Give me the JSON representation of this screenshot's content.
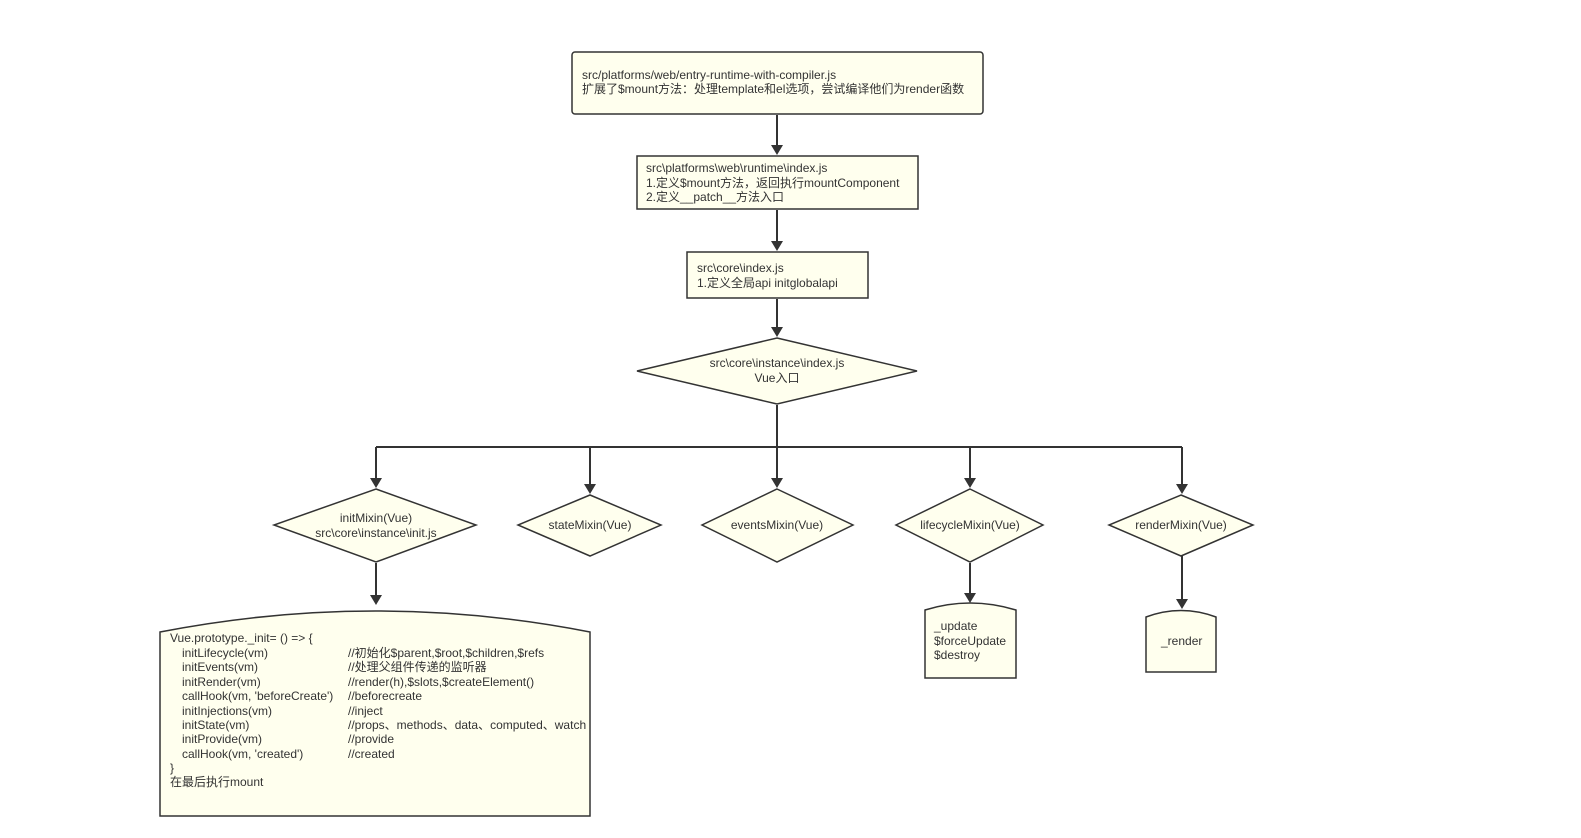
{
  "nodes": {
    "entry": {
      "lines": [
        "src/platforms/web/entry-runtime-with-compiler.js",
        "扩展了$mount方法：处理template和el选项，尝试编译他们为render函数"
      ]
    },
    "runtime_index": {
      "lines": [
        "src\\platforms\\web\\runtime\\index.js",
        "1.定义$mount方法，返回执行mountComponent",
        "2.定义__patch__方法入口"
      ]
    },
    "core_index": {
      "lines": [
        "src\\core\\index.js",
        "1.定义全局api initglobalapi"
      ]
    },
    "instance_index": {
      "lines": [
        "src\\core\\instance\\index.js",
        "Vue入口"
      ]
    },
    "init_mixin": {
      "lines": [
        "initMixin(Vue)",
        "src\\core\\instance\\init.js"
      ]
    },
    "state_mixin": {
      "label": "stateMixin(Vue)"
    },
    "events_mixin": {
      "label": "eventsMixin(Vue)"
    },
    "lifecycle_mixin": {
      "label": "lifecycleMixin(Vue)"
    },
    "render_mixin": {
      "label": "renderMixin(Vue)"
    },
    "init_code": {
      "header": "Vue.prototype._init=  ()  =>  {",
      "rows": [
        {
          "code": "initLifecycle(vm)",
          "comment": "//初始化$parent,$root,$children,$refs"
        },
        {
          "code": "initEvents(vm)",
          "comment": "//处理父组件传递的监听器"
        },
        {
          "code": "initRender(vm)",
          "comment": "//render(h),$slots,$createElement()"
        },
        {
          "code": "callHook(vm, 'beforeCreate')",
          "comment": "//beforecreate"
        },
        {
          "code": "initInjections(vm)",
          "comment": "//inject"
        },
        {
          "code": "initState(vm)",
          "comment": "//props、methods、data、computed、watch"
        },
        {
          "code": "initProvide(vm)",
          "comment": "//provide"
        },
        {
          "code": "callHook(vm, 'created')",
          "comment": "//created"
        }
      ],
      "footer": "}",
      "note": "在最后执行mount"
    },
    "lifecycle_methods": {
      "lines": [
        "_update",
        "$forceUpdate",
        "$destroy"
      ]
    },
    "render_methods": {
      "lines": [
        "_render"
      ]
    }
  },
  "colors": {
    "node_fill": "#ffffee",
    "stroke": "#333333",
    "text": "#333333",
    "background": "#ffffff"
  }
}
